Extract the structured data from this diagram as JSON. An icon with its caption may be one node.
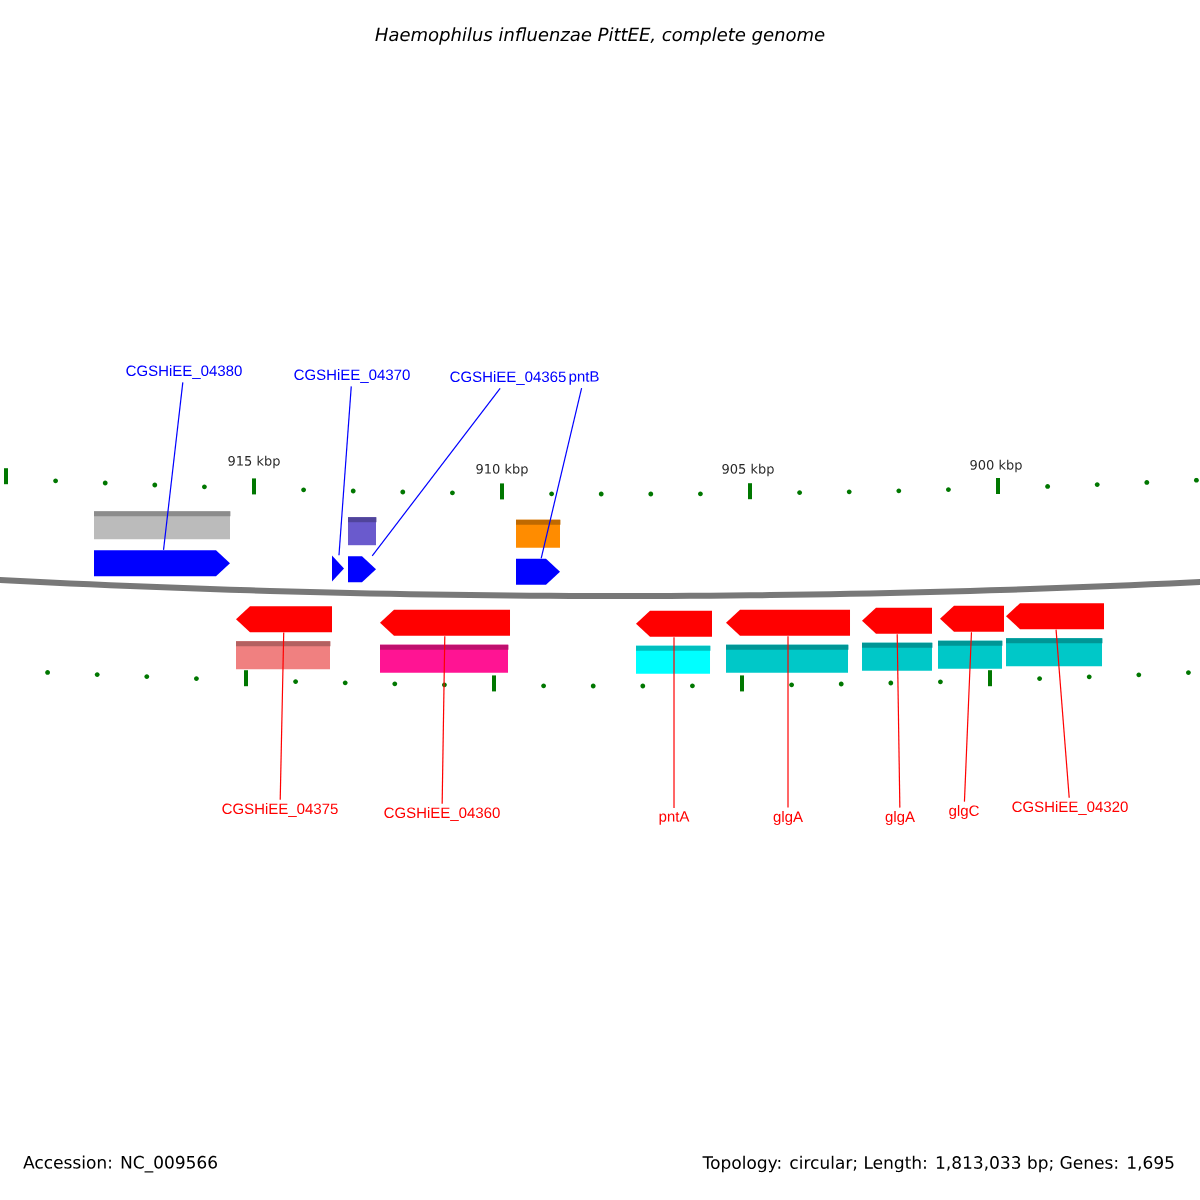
{
  "diagram": {
    "title": "Haemophilus influenzae PittEE, complete genome",
    "nodes": [
      {
        "text": [
          "CGSHiEE_04380"
        ]
      },
      {
        "text": [
          "CGSHiEE_04370"
        ]
      },
      {
        "text": [
          "CGSHiEE_04365"
        ]
      },
      {
        "text": [
          "pntB"
        ]
      },
      {
        "text": [],
        "shape": "arrow"
      },
      {
        "text": [],
        "shape": "arrow"
      },
      {
        "text": [],
        "shape": "arrow"
      },
      {
        "text": [],
        "shape": "arrow"
      },
      {
        "text": [],
        "shape": "arrow"
      },
      {
        "text": [],
        "shape": "arrow"
      },
      {
        "text": [],
        "shape": "arrow"
      },
      {
        "text": [],
        "shape": "arrow"
      },
      {
        "text": [],
        "shape": "arrow"
      },
      {
        "text": [],
        "shape": "arrow"
      },
      {
        "text": [],
        "shape": "arrow"
      },
      {
        "text": [
          "CGSHiEE_04375"
        ]
      },
      {
        "text": [
          "CGSHiEE_04360"
        ]
      },
      {
        "text": [
          "pntA"
        ]
      },
      {
        "text": [
          "glgA"
        ]
      },
      {
        "text": [
          "glgA"
        ]
      },
      {
        "text": [
          "glgC"
        ]
      },
      {
        "text": [
          "CGSHiEE_04320"
        ]
      }
    ],
    "edges": [
      {
        "from": 0,
        "to": 4,
        "arrow": "none",
        "color": "#0000ff"
      },
      {
        "from": 1,
        "to": 5,
        "arrow": "none",
        "color": "#0000ff"
      },
      {
        "from": 2,
        "to": 6,
        "arrow": "none",
        "color": "#0000ff"
      },
      {
        "from": 3,
        "to": 7,
        "arrow": "none",
        "color": "#0000ff"
      },
      {
        "from": 15,
        "to": 8,
        "arrow": "none"
      },
      {
        "from": 16,
        "to": 9,
        "arrow": "none"
      },
      {
        "from": 17,
        "to": 10,
        "arrow": "none"
      },
      {
        "from": 18,
        "to": 11,
        "arrow": "none"
      },
      {
        "from": 19,
        "to": 12,
        "arrow": "none"
      },
      {
        "from": 20,
        "to": 13,
        "arrow": "none"
      },
      {
        "from": 21,
        "to": 14,
        "arrow": "none"
      }
    ],
    "labels": [
      "915 kbp",
      "910 kbp",
      "905 kbp",
      "900 kbp",
      "Accession: NC_009566",
      "Topology: circular; Length: 1,813,033 bp; Genes: 1,695"
    ]
  }
}
